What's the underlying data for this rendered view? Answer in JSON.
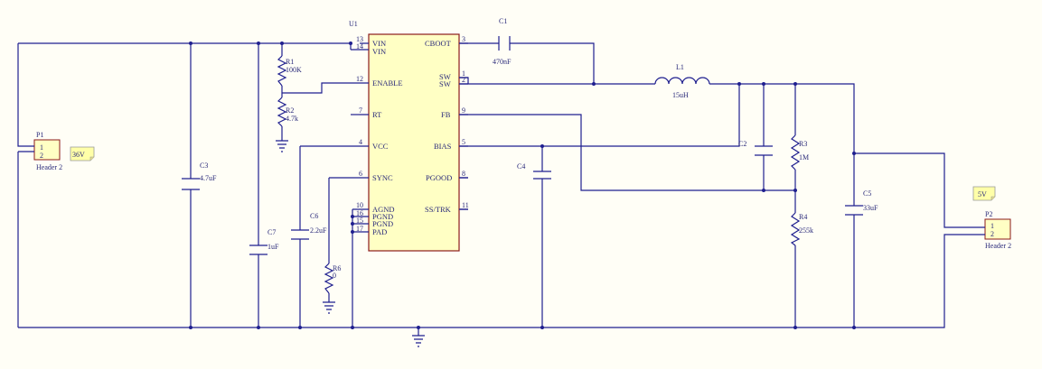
{
  "chip": {
    "designator": "U1",
    "left_pins": [
      {
        "name": "VIN",
        "num": "13"
      },
      {
        "name": "VIN",
        "num": "14"
      },
      {
        "name": "ENABLE",
        "num": "12"
      },
      {
        "name": "RT",
        "num": "7"
      },
      {
        "name": "VCC",
        "num": "4"
      },
      {
        "name": "SYNC",
        "num": "6"
      },
      {
        "name": "AGND",
        "num": "10"
      },
      {
        "name": "PGND",
        "num": "16"
      },
      {
        "name": "PGND",
        "num": "15"
      },
      {
        "name": "PAD",
        "num": "17"
      }
    ],
    "right_pins": [
      {
        "name": "CBOOT",
        "num": "3"
      },
      {
        "name": "SW",
        "num": "1"
      },
      {
        "name": "SW",
        "num": "2"
      },
      {
        "name": "FB",
        "num": "9"
      },
      {
        "name": "BIAS",
        "num": "5"
      },
      {
        "name": "PGOOD",
        "num": "8"
      },
      {
        "name": "SS/TRK",
        "num": "11"
      }
    ]
  },
  "components": {
    "C1": {
      "designator": "C1",
      "value": "470nF"
    },
    "L1": {
      "designator": "L1",
      "value": "15uH"
    },
    "R1": {
      "designator": "R1",
      "value": "100K"
    },
    "R2": {
      "designator": "R2",
      "value": "4.7k"
    },
    "R3": {
      "designator": "R3",
      "value": "1M"
    },
    "R4": {
      "designator": "R4",
      "value": "255k"
    },
    "R6": {
      "designator": "R6",
      "value": "0"
    },
    "C2": {
      "designator": "C2",
      "value": ""
    },
    "C3": {
      "designator": "C3",
      "value": "4.7uF"
    },
    "C4": {
      "designator": "C4",
      "value": ""
    },
    "C5": {
      "designator": "C5",
      "value": "33uF"
    },
    "C6": {
      "designator": "C6",
      "value": "2.2uF"
    },
    "C7": {
      "designator": "C7",
      "value": "1uF"
    }
  },
  "connectors": {
    "P1": {
      "designator": "P1",
      "type": "Header 2",
      "pin1": "1",
      "pin2": "2",
      "voltage": "36V"
    },
    "P2": {
      "designator": "P2",
      "type": "Header 2",
      "pin1": "1",
      "pin2": "2",
      "voltage": "5V"
    }
  },
  "colors": {
    "wire": "#1f1f8f",
    "chip_fill": "#ffffc4",
    "chip_border": "#8b1a1a",
    "tag_fill": "#ffffa8",
    "background": "#fffef6"
  }
}
